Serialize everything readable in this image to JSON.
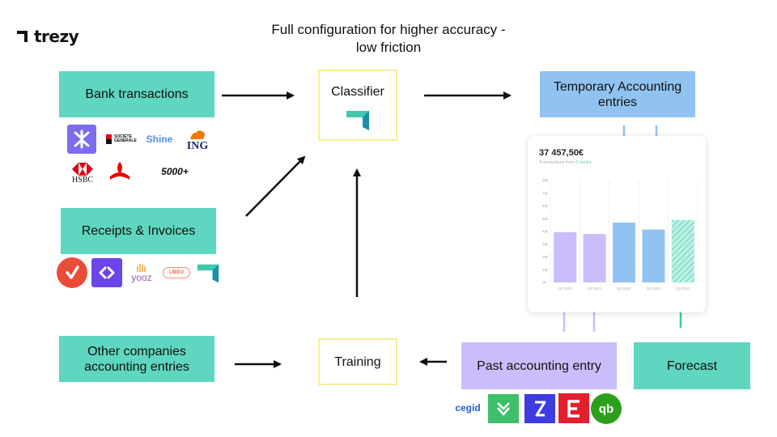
{
  "brand": {
    "name": "trezy"
  },
  "title": {
    "line1": "Full configuration for higher accuracy -",
    "line2": "low friction"
  },
  "nodes": {
    "bank_transactions": "Bank transactions",
    "receipts_invoices": "Receipts & Invoices",
    "other_companies_line1": "Other companies",
    "other_companies_line2": "accounting entries",
    "classifier": "Classifier",
    "training": "Training",
    "temp_entries_line1": "Temporary Accounting",
    "temp_entries_line2": "entries",
    "past_entry": "Past accounting entry",
    "forecast": "Forecast"
  },
  "bank_logos": {
    "societe_generale_line1": "SOCIETE",
    "societe_generale_line2": "GENERALE",
    "shine": "Shine",
    "ing": "ING",
    "hsbc": "HSBC",
    "more": "5000+"
  },
  "receipt_logos": {
    "yooz": "yooz",
    "libeo": "LIBEO"
  },
  "accounting_logos": {
    "cegid": "cegid",
    "quickbooks": "qb"
  },
  "chart_data": {
    "type": "bar",
    "amount": "37 457,50€",
    "subtitle_prefix": "Transactions from",
    "subtitle_link": "2 banks",
    "categories": [
      "Q3 2021",
      "Q4 2021",
      "Q1 2022",
      "Q2 2022",
      "Q3 2022"
    ],
    "values": [
      39.5,
      38,
      47,
      41.5,
      49
    ],
    "kinds": [
      "past",
      "past",
      "temporary",
      "temporary",
      "forecast"
    ],
    "y_ticks": [
      "0k",
      "10k",
      "20k",
      "30k",
      "40k",
      "50k",
      "60k",
      "70k",
      "80k"
    ],
    "ylim": [
      0,
      80
    ],
    "colors": {
      "past": "#cbbdfb",
      "temporary": "#91c3f0",
      "forecast": "#5fd6bf"
    }
  },
  "colors": {
    "teal": "#5fd6bf",
    "blue": "#91c3f0",
    "purple": "#cbbdfb",
    "yellow_border": "#f5ef93",
    "arrow": "#111111"
  }
}
